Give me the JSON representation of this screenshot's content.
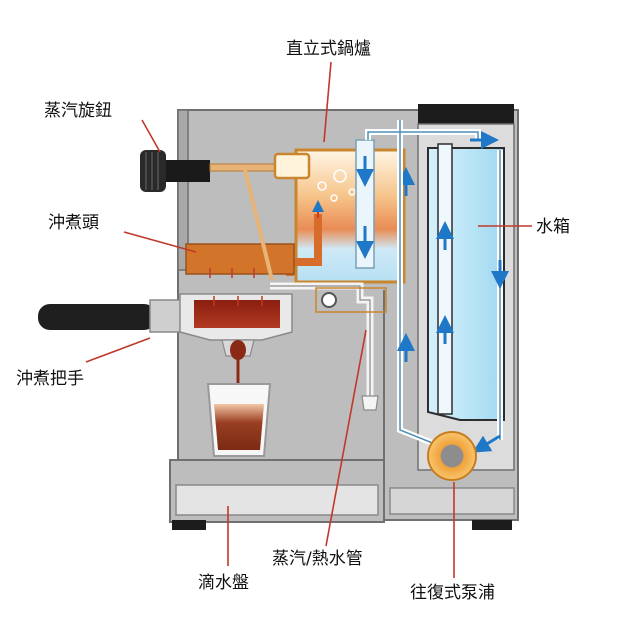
{
  "labels": {
    "boiler": "直立式鍋爐",
    "steam_knob": "蒸汽旋鈕",
    "brew_head": "沖煮頭",
    "water_tank": "水箱",
    "portafilter": "沖煮把手",
    "steam_wand": "蒸汽/熱水管",
    "drip_tray": "滴水盤",
    "pump": "往復式泵浦"
  },
  "colors": {
    "body": "#b9b9b9",
    "outline": "#6f6f6f",
    "water": "#bfe6f7",
    "hot_water": "#e4935a",
    "flow_arrow": "#1f77c8",
    "leader": "#c0392b",
    "copper": "#c9862f",
    "pump": "#f0a640"
  }
}
